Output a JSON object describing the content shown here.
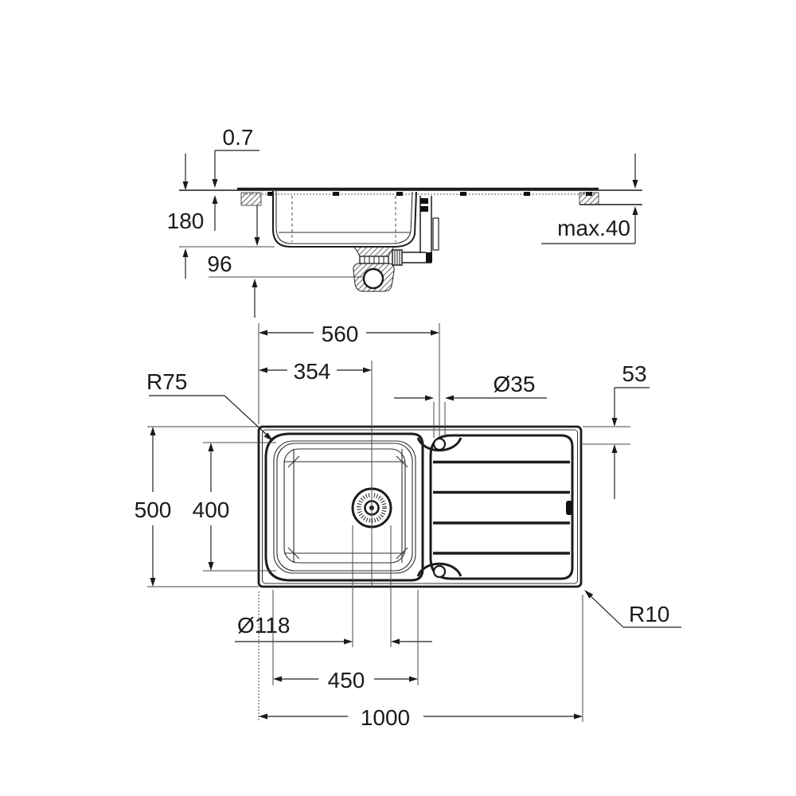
{
  "drawing": {
    "type": "kitchen-sink-installation-drawing",
    "views": {
      "section": "side section view with drain trap",
      "plan": "top plan view with bowl and drainboard"
    },
    "labels": {
      "rim_thickness": "0.7",
      "bowl_depth": "180",
      "trap_offset": "96",
      "counter_max": "max.40",
      "tap_center": "560",
      "drain_center": "354",
      "tap_dia": "Ø35",
      "drainer_inset": "53",
      "bowl_corner": "R75",
      "overall_depth": "500",
      "bowl_inner_depth": "400",
      "drain_dia": "Ø118",
      "bowl_inner_width": "450",
      "overall_width": "1000",
      "outer_corner": "R10"
    },
    "colors": {
      "line": "#1c1c1c",
      "background": "#ffffff"
    }
  }
}
